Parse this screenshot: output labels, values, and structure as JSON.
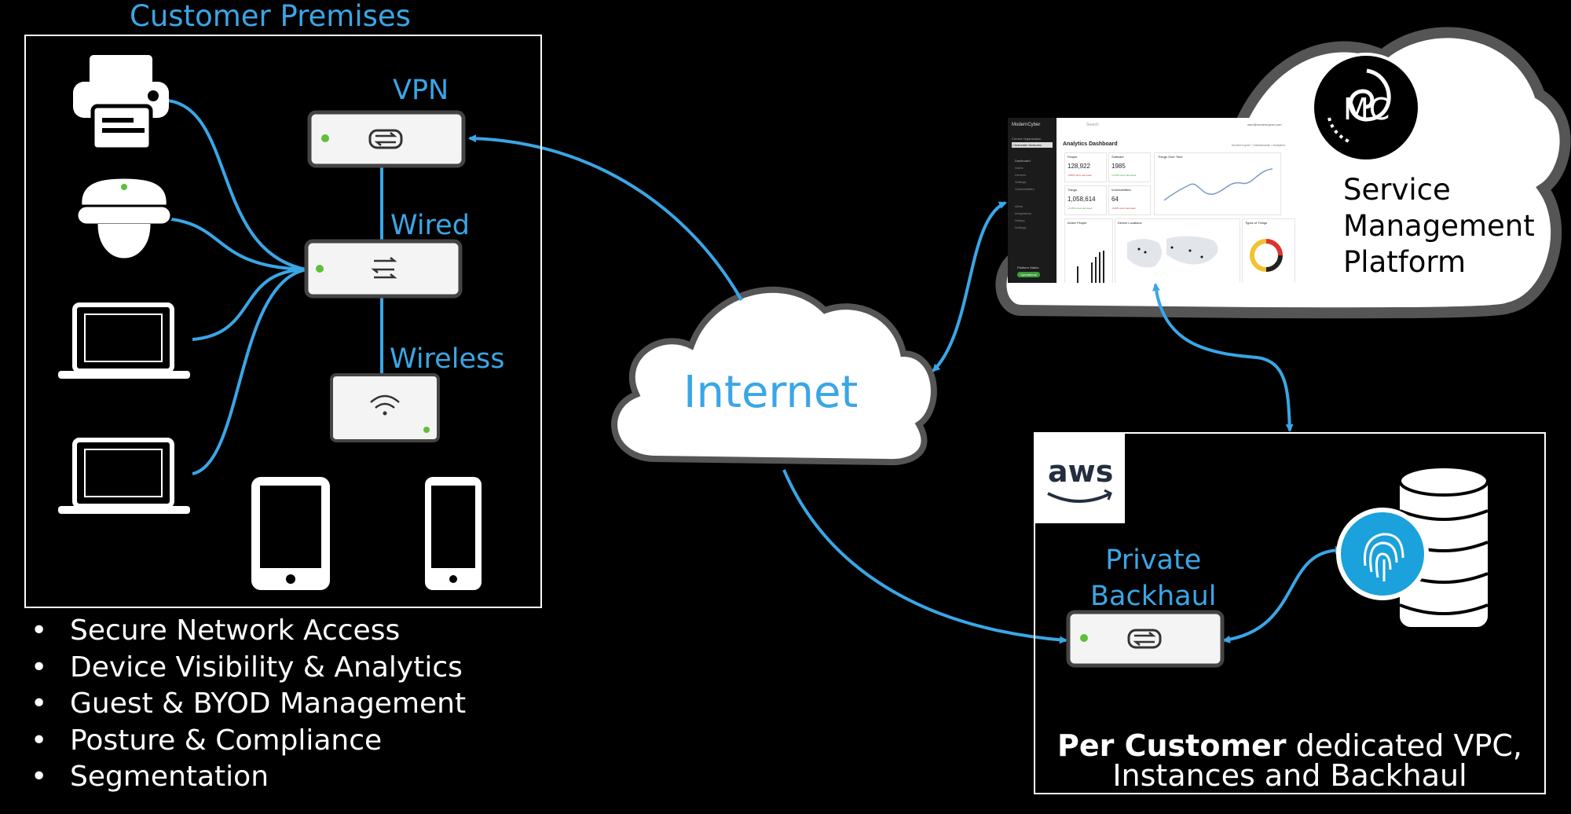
{
  "customer_premises": {
    "title": "Customer Premises",
    "vpn_label": "VPN",
    "wired_label": "Wired",
    "wireless_label": "Wireless"
  },
  "features": [
    "Secure Network Access",
    "Device Visibility & Analytics",
    "Guest & BYOD Management",
    "Posture & Compliance",
    "Segmentation"
  ],
  "bullet_char": "•",
  "internet_label": "Internet",
  "service_platform": {
    "logo_text": "MC",
    "lines": [
      "Service",
      "Management",
      "Platform"
    ]
  },
  "dashboard": {
    "brand": "ModernCyber",
    "title": "Analytics Dashboard",
    "search": "Search",
    "breadcrumb": "ModernCyber / Dashboards / Analytics",
    "user": "user@moderncyber.com",
    "org_label": "Current Organization",
    "org_value": "Clearwater Networks",
    "sidebar_items": [
      "Dashboard",
      "Users",
      "Devices",
      "Settings",
      "Vulnerabilities",
      "Alerts",
      "Integrations",
      "History",
      "Settings"
    ],
    "status_label": "Platform Status",
    "status_value": "Operational",
    "stats": [
      {
        "label": "People",
        "value": "128,922",
        "delta": "-0.85% since last week"
      },
      {
        "label": "Software",
        "value": "1985",
        "delta": "+0.50% since last week"
      },
      {
        "label": "Things",
        "value": "1,058,614",
        "delta": "+2.45% since last week"
      },
      {
        "label": "Vulnerabilities",
        "value": "64",
        "delta": "-3.29% since last week"
      }
    ],
    "chart_title": "Things Over Time",
    "active_people": "Active People",
    "device_locations": "Device Locations",
    "types_of_things": "Types of Things"
  },
  "aws": {
    "logo": "aws",
    "private_backhaul": [
      "Private",
      "Backhaul"
    ],
    "caption_bold": "Per Customer",
    "caption_rest": " dedicated VPC,",
    "caption_line2": "Instances and Backhaul"
  },
  "colors": {
    "accent_blue": "#3aa6e6",
    "status_green": "#5fbf3a",
    "background": "#000000",
    "cloud_fill": "#ffffff",
    "cloud_outline": "#555555",
    "fingerprint": "#1ba1dc"
  }
}
